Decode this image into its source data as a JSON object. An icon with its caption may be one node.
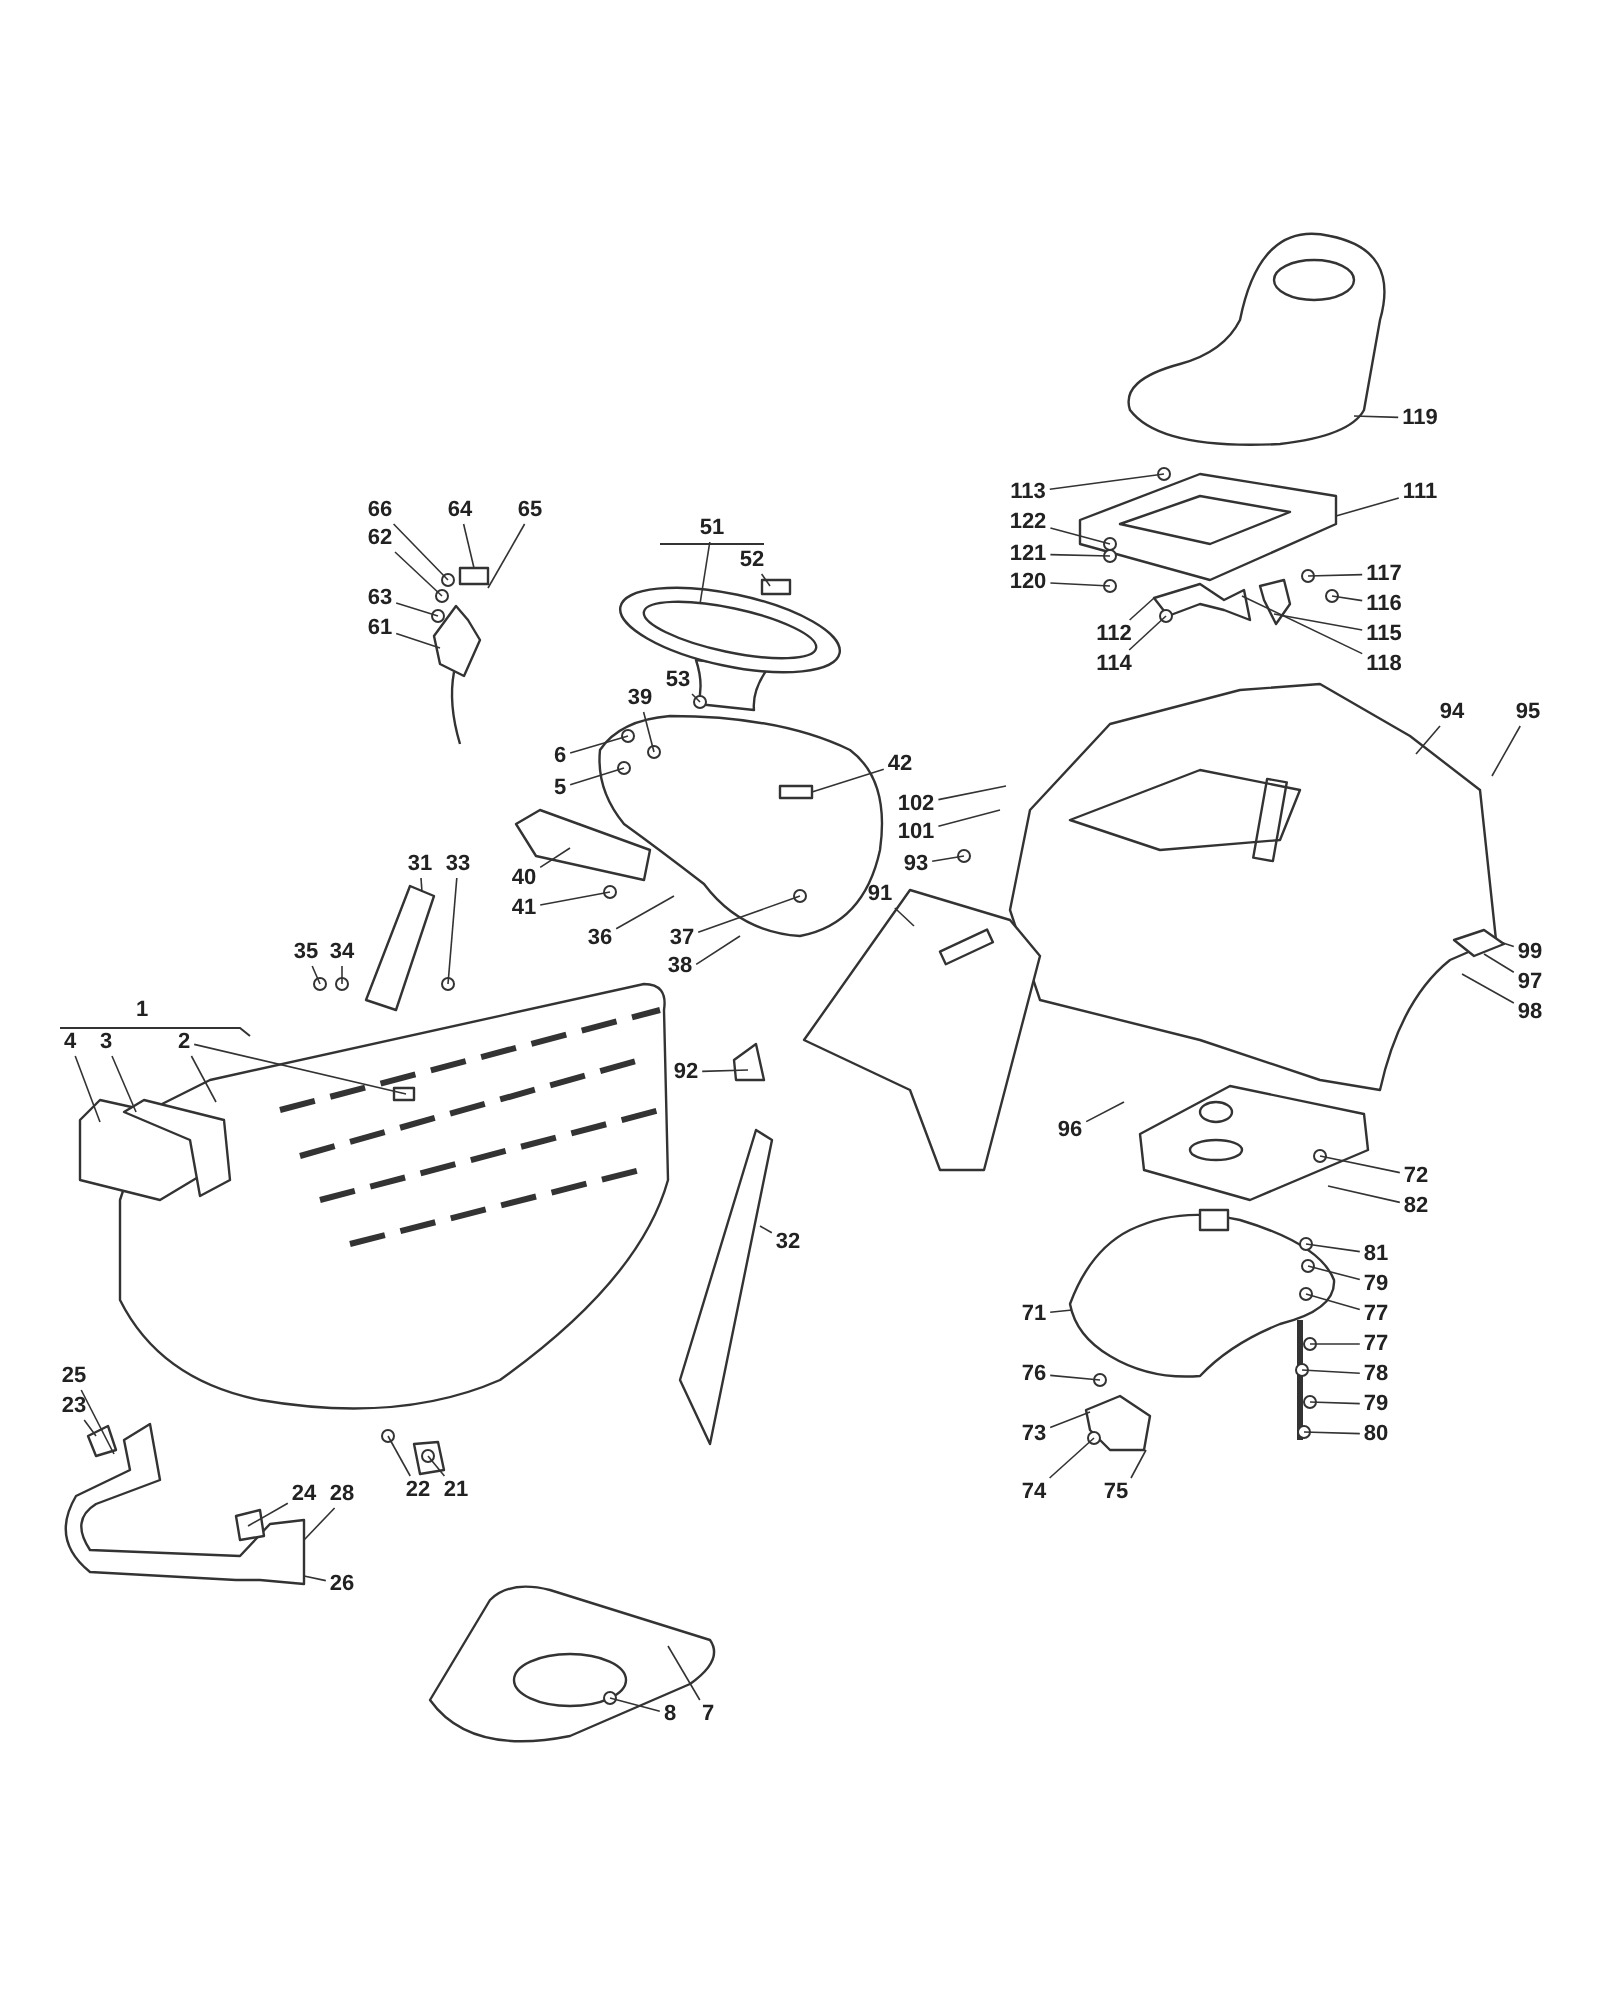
{
  "diagram": {
    "nodes": [
      {
        "text": [
          "119"
        ]
      },
      {
        "text": [
          "113"
        ]
      },
      {
        "text": [
          "111"
        ]
      },
      {
        "text": [
          "122"
        ]
      },
      {
        "text": [
          "121"
        ]
      },
      {
        "text": [
          "120"
        ]
      },
      {
        "text": [
          "117"
        ]
      },
      {
        "text": [
          "116"
        ]
      },
      {
        "text": [
          "115"
        ]
      },
      {
        "text": [
          "112"
        ]
      },
      {
        "text": [
          "114"
        ]
      },
      {
        "text": [
          "118"
        ]
      },
      {
        "text": [
          "66"
        ]
      },
      {
        "text": [
          "64"
        ]
      },
      {
        "text": [
          "65"
        ]
      },
      {
        "text": [
          "62"
        ]
      },
      {
        "text": [
          "63"
        ]
      },
      {
        "text": [
          "61"
        ]
      },
      {
        "text": [
          "51"
        ]
      },
      {
        "text": [
          "52"
        ]
      },
      {
        "text": [
          "53"
        ]
      },
      {
        "text": [
          "39"
        ]
      },
      {
        "text": [
          "6"
        ]
      },
      {
        "text": [
          "5"
        ]
      },
      {
        "text": [
          "42"
        ]
      },
      {
        "text": [
          "40"
        ]
      },
      {
        "text": [
          "41"
        ]
      },
      {
        "text": [
          "36"
        ]
      },
      {
        "text": [
          "37"
        ]
      },
      {
        "text": [
          "38"
        ]
      },
      {
        "text": [
          "94"
        ]
      },
      {
        "text": [
          "95"
        ]
      },
      {
        "text": [
          "102"
        ]
      },
      {
        "text": [
          "101"
        ]
      },
      {
        "text": [
          "93"
        ]
      },
      {
        "text": [
          "91"
        ]
      },
      {
        "text": [
          "99"
        ]
      },
      {
        "text": [
          "97"
        ]
      },
      {
        "text": [
          "98"
        ]
      },
      {
        "text": [
          "31"
        ]
      },
      {
        "text": [
          "33"
        ]
      },
      {
        "text": [
          "35"
        ]
      },
      {
        "text": [
          "34"
        ]
      },
      {
        "text": [
          "4"
        ]
      },
      {
        "text": [
          "3"
        ]
      },
      {
        "text": [
          "2"
        ]
      },
      {
        "text": [
          "92"
        ]
      },
      {
        "text": [
          "96"
        ]
      },
      {
        "text": [
          "72"
        ]
      },
      {
        "text": [
          "82"
        ]
      },
      {
        "text": [
          "32"
        ]
      },
      {
        "text": [
          "81"
        ]
      },
      {
        "text": [
          "79"
        ]
      },
      {
        "text": [
          "77"
        ]
      },
      {
        "text": [
          "71"
        ]
      },
      {
        "text": [
          "77"
        ]
      },
      {
        "text": [
          "78"
        ]
      },
      {
        "text": [
          "76"
        ]
      },
      {
        "text": [
          "25"
        ]
      },
      {
        "text": [
          "23"
        ]
      },
      {
        "text": [
          "79"
        ]
      },
      {
        "text": [
          "73"
        ]
      },
      {
        "text": [
          "80"
        ]
      },
      {
        "text": [
          "22"
        ]
      },
      {
        "text": [
          "21"
        ]
      },
      {
        "text": [
          "24"
        ]
      },
      {
        "text": [
          "28"
        ]
      },
      {
        "text": [
          "74"
        ]
      },
      {
        "text": [
          "75"
        ]
      },
      {
        "text": [
          "26"
        ]
      },
      {
        "text": [
          "8"
        ]
      },
      {
        "text": [
          "7"
        ]
      },
      {
        "text": [],
        "shape": "picture"
      },
      {
        "text": [],
        "shape": "picture"
      },
      {
        "text": [],
        "shape": "picture"
      },
      {
        "text": [],
        "shape": "picture"
      },
      {
        "text": [],
        "shape": "picture"
      },
      {
        "text": [],
        "shape": "picture"
      },
      {
        "text": [],
        "shape": "picture"
      },
      {
        "text": [],
        "shape": "picture"
      },
      {
        "text": [],
        "shape": "picture"
      }
    ],
    "edges": [
      {
        "from": 0,
        "to": 72,
        "arrow": "none"
      },
      {
        "from": 1,
        "to": 72,
        "arrow": "none"
      },
      {
        "from": 2,
        "to": 72,
        "arrow": "none"
      },
      {
        "from": 3,
        "to": 72,
        "arrow": "none"
      },
      {
        "from": 4,
        "to": 72,
        "arrow": "none"
      },
      {
        "from": 5,
        "to": 72,
        "arrow": "none"
      },
      {
        "from": 6,
        "to": 72,
        "arrow": "none"
      },
      {
        "from": 7,
        "to": 72,
        "arrow": "none"
      },
      {
        "from": 8,
        "to": 72,
        "arrow": "none"
      },
      {
        "from": 9,
        "to": 72,
        "arrow": "none"
      },
      {
        "from": 10,
        "to": 72,
        "arrow": "none"
      },
      {
        "from": 11,
        "to": 72,
        "arrow": "none"
      },
      {
        "from": 12,
        "to": 73,
        "arrow": "none"
      },
      {
        "from": 13,
        "to": 73,
        "arrow": "none"
      },
      {
        "from": 14,
        "to": 73,
        "arrow": "none"
      },
      {
        "from": 15,
        "to": 73,
        "arrow": "none"
      },
      {
        "from": 16,
        "to": 73,
        "arrow": "none"
      },
      {
        "from": 17,
        "to": 73,
        "arrow": "none"
      },
      {
        "from": 18,
        "to": 74,
        "arrow": "none"
      },
      {
        "from": 19,
        "to": 74,
        "arrow": "none"
      },
      {
        "from": 20,
        "to": 74,
        "arrow": "none"
      },
      {
        "from": 21,
        "to": 75,
        "arrow": "none"
      },
      {
        "from": 22,
        "to": 75,
        "arrow": "none"
      },
      {
        "from": 23,
        "to": 75,
        "arrow": "none"
      },
      {
        "from": 24,
        "to": 75,
        "arrow": "none"
      },
      {
        "from": 25,
        "to": 75,
        "arrow": "none"
      },
      {
        "from": 26,
        "to": 75,
        "arrow": "none"
      },
      {
        "from": 27,
        "to": 75,
        "arrow": "none"
      },
      {
        "from": 28,
        "to": 75,
        "arrow": "none"
      },
      {
        "from": 29,
        "to": 75,
        "arrow": "none"
      },
      {
        "from": 30,
        "to": 76,
        "arrow": "none"
      },
      {
        "from": 31,
        "to": 76,
        "arrow": "none"
      },
      {
        "from": 32,
        "to": 76,
        "arrow": "none"
      },
      {
        "from": 33,
        "to": 76,
        "arrow": "none"
      },
      {
        "from": 34,
        "to": 76,
        "arrow": "none"
      },
      {
        "from": 35,
        "to": 76,
        "arrow": "none"
      },
      {
        "from": 36,
        "to": 76,
        "arrow": "none"
      },
      {
        "from": 37,
        "to": 76,
        "arrow": "none"
      },
      {
        "from": 38,
        "to": 76,
        "arrow": "none"
      },
      {
        "from": 39,
        "to": 77,
        "arrow": "none"
      },
      {
        "from": 40,
        "to": 77,
        "arrow": "none"
      },
      {
        "from": 41,
        "to": 77,
        "arrow": "none"
      },
      {
        "from": 42,
        "to": 77,
        "arrow": "none"
      },
      {
        "from": 43,
        "to": 77,
        "arrow": "none"
      },
      {
        "from": 44,
        "to": 77,
        "arrow": "none"
      },
      {
        "from": 45,
        "to": 77,
        "arrow": "none"
      },
      {
        "from": 45,
        "to": 77,
        "arrow": "none"
      },
      {
        "from": 46,
        "to": 76,
        "arrow": "none"
      },
      {
        "from": 47,
        "to": 78,
        "arrow": "none"
      },
      {
        "from": 48,
        "to": 78,
        "arrow": "none"
      },
      {
        "from": 49,
        "to": 78,
        "arrow": "none"
      },
      {
        "from": 50,
        "to": 77,
        "arrow": "none"
      },
      {
        "from": 51,
        "to": 78,
        "arrow": "none"
      },
      {
        "from": 52,
        "to": 78,
        "arrow": "none"
      },
      {
        "from": 53,
        "to": 78,
        "arrow": "none"
      },
      {
        "from": 54,
        "to": 78,
        "arrow": "none"
      },
      {
        "from": 55,
        "to": 78,
        "arrow": "none"
      },
      {
        "from": 56,
        "to": 78,
        "arrow": "none"
      },
      {
        "from": 57,
        "to": 78,
        "arrow": "none"
      },
      {
        "from": 58,
        "to": 80,
        "arrow": "none"
      },
      {
        "from": 59,
        "to": 80,
        "arrow": "none"
      },
      {
        "from": 60,
        "to": 78,
        "arrow": "none"
      },
      {
        "from": 61,
        "to": 78,
        "arrow": "none"
      },
      {
        "from": 62,
        "to": 78,
        "arrow": "none"
      },
      {
        "from": 63,
        "to": 77,
        "arrow": "none"
      },
      {
        "from": 64,
        "to": 77,
        "arrow": "none"
      },
      {
        "from": 65,
        "to": 80,
        "arrow": "none"
      },
      {
        "from": 66,
        "to": 80,
        "arrow": "none"
      },
      {
        "from": 67,
        "to": 78,
        "arrow": "none"
      },
      {
        "from": 68,
        "to": 78,
        "arrow": "none"
      },
      {
        "from": 69,
        "to": 80,
        "arrow": "none"
      },
      {
        "from": 70,
        "to": 79,
        "arrow": "none"
      },
      {
        "from": 71,
        "to": 79,
        "arrow": "none"
      }
    ],
    "labels": [
      "1"
    ]
  }
}
